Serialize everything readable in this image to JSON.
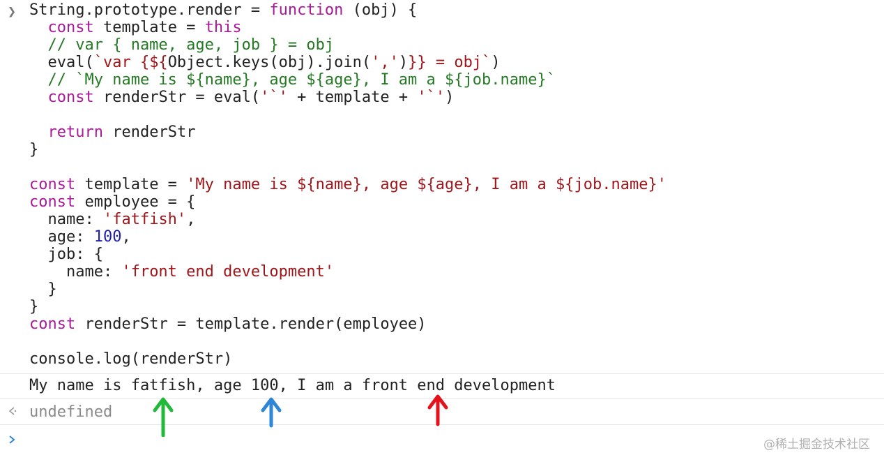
{
  "console": {
    "input_prompt": "❯",
    "result_prompt": "<·",
    "new_prompt": "❯",
    "code_lines": [
      [
        {
          "t": "String.prototype.render = ",
          "c": "p"
        },
        {
          "t": "function",
          "c": "kw"
        },
        {
          "t": " (obj) {",
          "c": "p"
        }
      ],
      [
        {
          "t": "  ",
          "c": "p"
        },
        {
          "t": "const",
          "c": "kw"
        },
        {
          "t": " template = ",
          "c": "p"
        },
        {
          "t": "this",
          "c": "kw"
        }
      ],
      [
        {
          "t": "  // var { name, age, job } = obj",
          "c": "cm"
        }
      ],
      [
        {
          "t": "  eval(",
          "c": "p"
        },
        {
          "t": "`var {${",
          "c": "str"
        },
        {
          "t": "Object.keys(obj).join(",
          "c": "p"
        },
        {
          "t": "','",
          "c": "str"
        },
        {
          "t": ")",
          "c": "p"
        },
        {
          "t": "}} = obj`",
          "c": "str"
        },
        {
          "t": ")",
          "c": "p"
        }
      ],
      [
        {
          "t": "  // `My name is ${name}, age ${age}, I am a ${job.name}`",
          "c": "cm"
        }
      ],
      [
        {
          "t": "  ",
          "c": "p"
        },
        {
          "t": "const",
          "c": "kw"
        },
        {
          "t": " renderStr = eval(",
          "c": "p"
        },
        {
          "t": "'`'",
          "c": "str"
        },
        {
          "t": " + template + ",
          "c": "p"
        },
        {
          "t": "'`'",
          "c": "str"
        },
        {
          "t": ")",
          "c": "p"
        }
      ],
      [
        {
          "t": "",
          "c": "p"
        }
      ],
      [
        {
          "t": "  ",
          "c": "p"
        },
        {
          "t": "return",
          "c": "kw"
        },
        {
          "t": " renderStr",
          "c": "p"
        }
      ],
      [
        {
          "t": "}",
          "c": "p"
        }
      ],
      [
        {
          "t": "",
          "c": "p"
        }
      ],
      [
        {
          "t": "const",
          "c": "kw"
        },
        {
          "t": " template = ",
          "c": "p"
        },
        {
          "t": "'My name is ${name}, age ${age}, I am a ${job.name}'",
          "c": "str"
        }
      ],
      [
        {
          "t": "const",
          "c": "kw"
        },
        {
          "t": " employee = {",
          "c": "p"
        }
      ],
      [
        {
          "t": "  name: ",
          "c": "p"
        },
        {
          "t": "'fatfish'",
          "c": "str"
        },
        {
          "t": ",",
          "c": "p"
        }
      ],
      [
        {
          "t": "  age: ",
          "c": "p"
        },
        {
          "t": "100",
          "c": "num"
        },
        {
          "t": ",",
          "c": "p"
        }
      ],
      [
        {
          "t": "  job: {",
          "c": "p"
        }
      ],
      [
        {
          "t": "    name: ",
          "c": "p"
        },
        {
          "t": "'front end development'",
          "c": "str"
        }
      ],
      [
        {
          "t": "  }",
          "c": "p"
        }
      ],
      [
        {
          "t": "}",
          "c": "p"
        }
      ],
      [
        {
          "t": "const",
          "c": "kw"
        },
        {
          "t": " renderStr = template.render(employee)",
          "c": "p"
        }
      ],
      [
        {
          "t": "",
          "c": "p"
        }
      ],
      [
        {
          "t": "console.log(renderStr)",
          "c": "p"
        }
      ]
    ],
    "output_text": "My name is fatfish, age 100, I am a front end development",
    "result_text": "undefined"
  },
  "annotations": {
    "green_arrow_color": "#22b83a",
    "blue_arrow_color": "#2f86d6",
    "red_arrow_color": "#e3121b"
  },
  "watermark": "@稀土掘金技术社区"
}
